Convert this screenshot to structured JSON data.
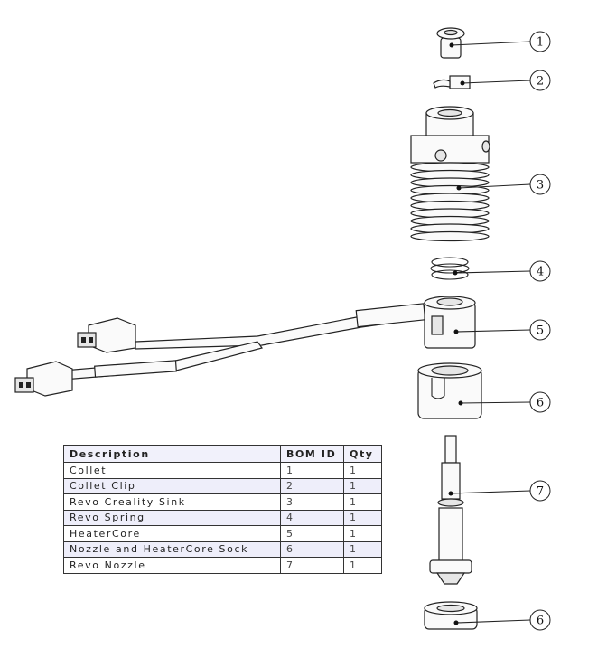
{
  "diagram": {
    "balloons": [
      {
        "id": "1",
        "part": "Collet"
      },
      {
        "id": "2",
        "part": "Collet Clip"
      },
      {
        "id": "3",
        "part": "Revo Creality Sink"
      },
      {
        "id": "4",
        "part": "Revo Spring"
      },
      {
        "id": "5",
        "part": "HeaterCore"
      },
      {
        "id": "6",
        "part": "Nozzle and HeaterCore Sock"
      },
      {
        "id": "7",
        "part": "Revo Nozzle"
      },
      {
        "id": "6",
        "part": "Nozzle and HeaterCore Sock"
      }
    ]
  },
  "bom_table": {
    "headers": [
      "Description",
      "BOM ID",
      "Qty"
    ],
    "rows": [
      [
        "Collet",
        "1",
        "1"
      ],
      [
        "Collet Clip",
        "2",
        "1"
      ],
      [
        "Revo Creality Sink",
        "3",
        "1"
      ],
      [
        "Revo Spring",
        "4",
        "1"
      ],
      [
        "HeaterCore",
        "5",
        "1"
      ],
      [
        "Nozzle and HeaterCore Sock",
        "6",
        "1"
      ],
      [
        "Revo Nozzle",
        "7",
        "1"
      ]
    ]
  }
}
